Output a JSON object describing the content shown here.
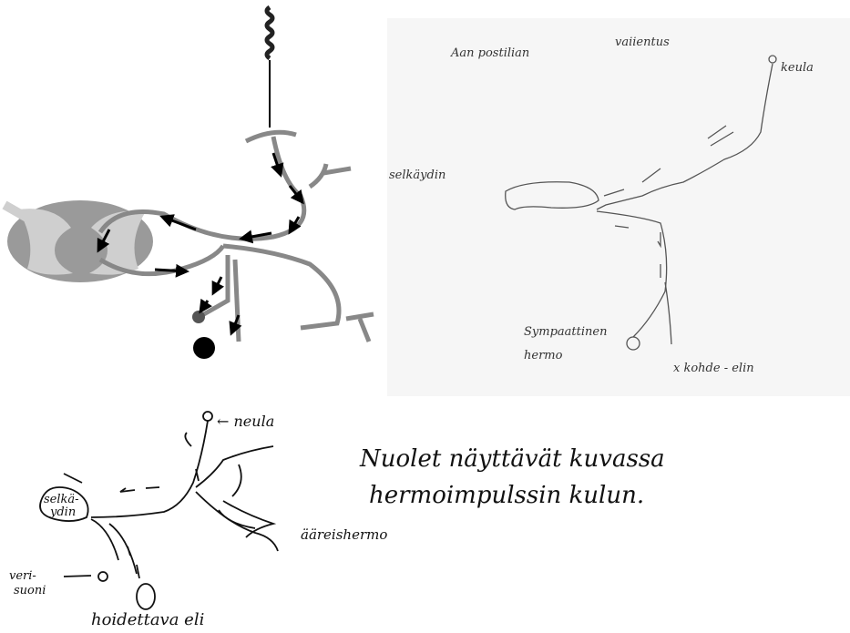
{
  "sketch_labels": {
    "top_left": "Aan postilian",
    "top_mid": "vaiientus",
    "needle": "keula",
    "spine": "selkäydin",
    "sympathetic": "Sympaattinen",
    "sympathetic_2": "hermo",
    "target": "x kohde - elin"
  },
  "hand_labels": {
    "needle": "← neula",
    "spine_1": "selkä-",
    "spine_2": "ydin",
    "peripheral": "ääreishermo",
    "vessel_1": "veri-",
    "vessel_2": "suoni",
    "organ": "hoidettava eli",
    "note_line1": "Nuolet näyttävät kuvassa",
    "note_line2": "hermoimpulssin kulun."
  }
}
